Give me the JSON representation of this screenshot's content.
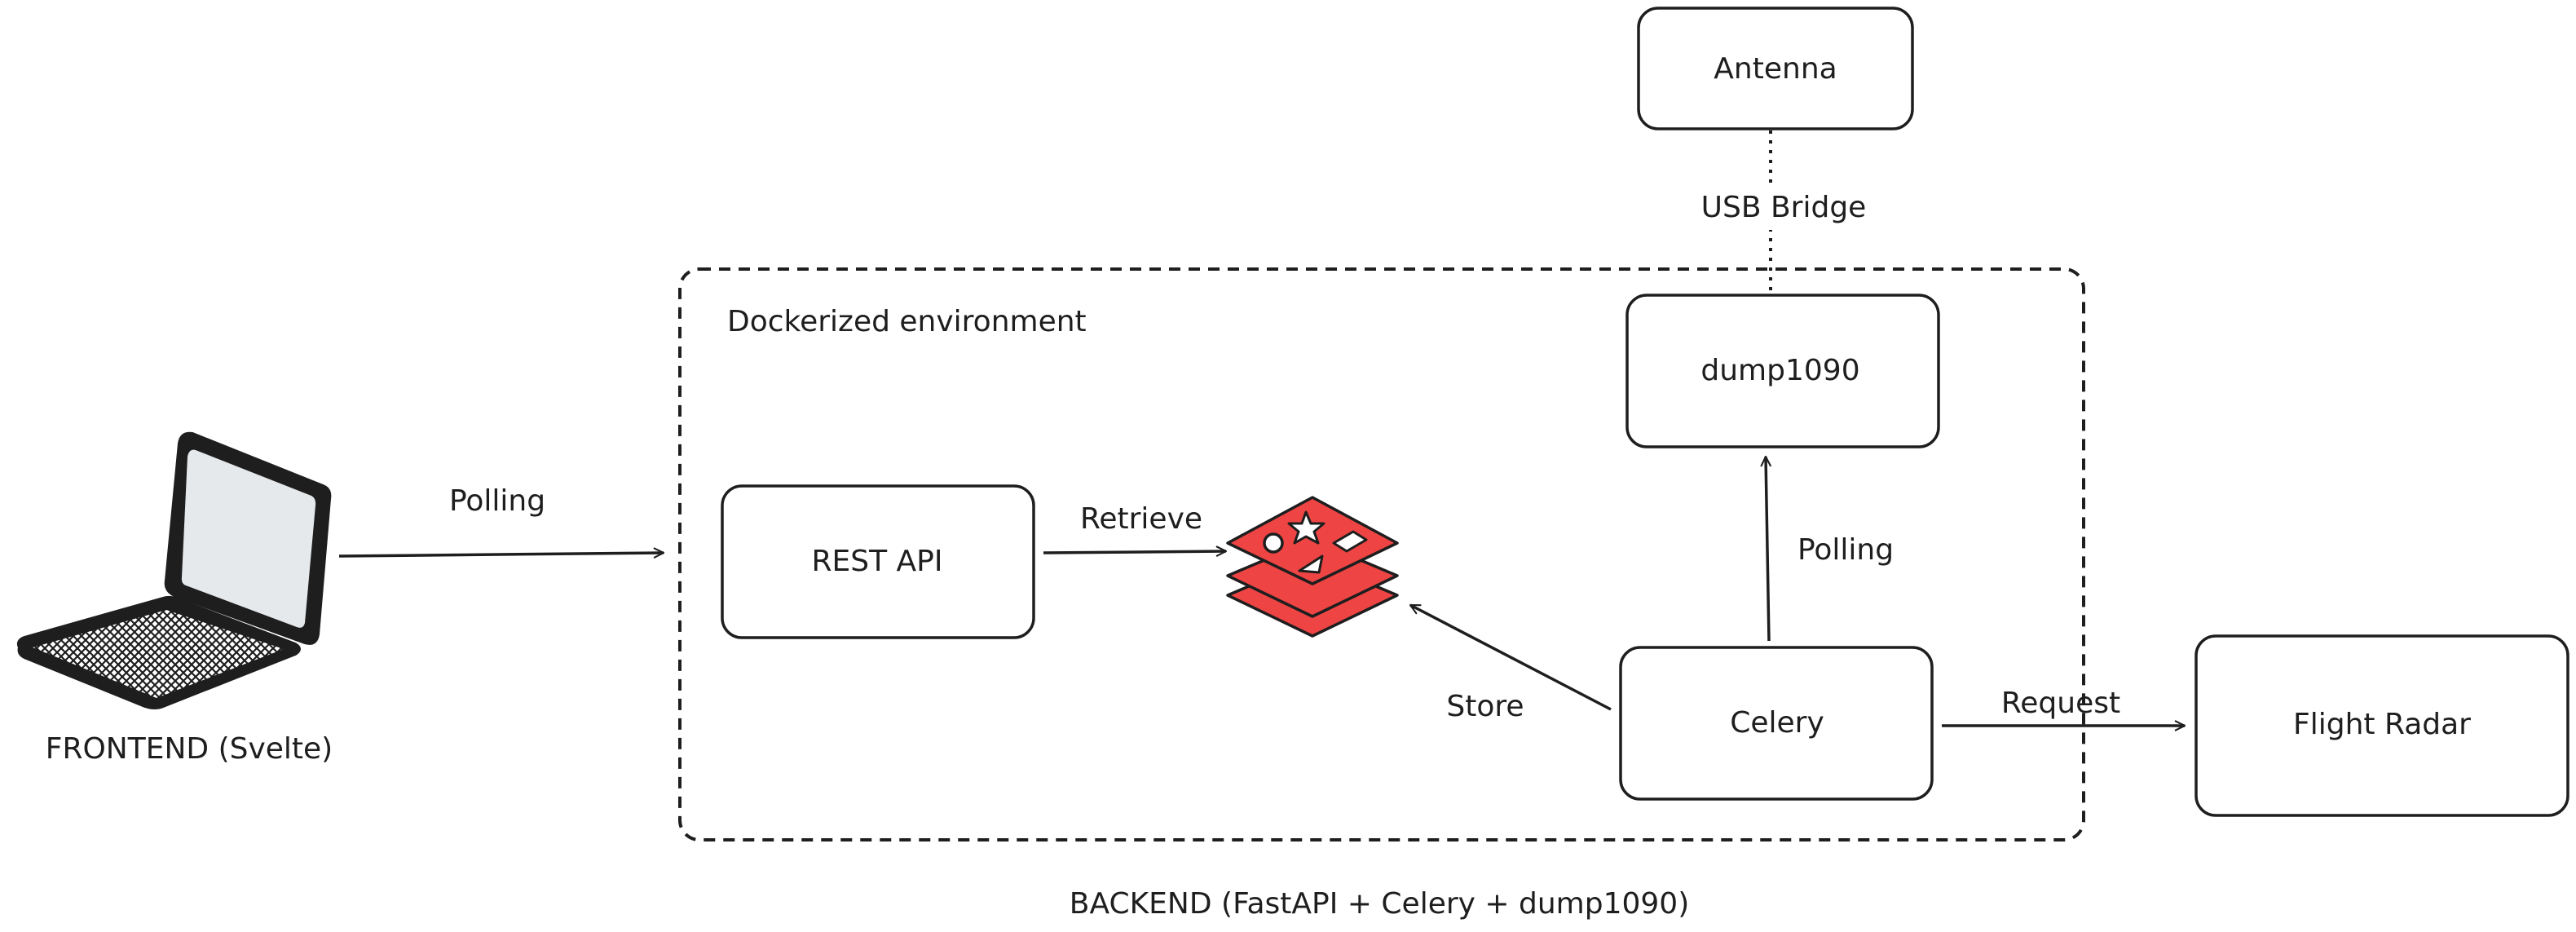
{
  "diagram": {
    "nodes": {
      "antenna": "Antenna",
      "dump1090": "dump1090",
      "rest_api": "REST API",
      "celery": "Celery",
      "flight_radar": "Flight Radar",
      "frontend": "FRONTEND (Svelte)",
      "redis_icon": "redis-icon"
    },
    "groups": {
      "docker": "Dockerized environment",
      "backend": "BACKEND (FastAPI + Celery + dump1090)"
    },
    "edges": {
      "frontend_to_api": "Polling",
      "api_to_redis": "Retrieve",
      "celery_to_redis": "Store",
      "celery_to_dump": "Polling",
      "celery_to_radar": "Request",
      "antenna_to_dump": "USB Bridge"
    },
    "colors": {
      "stroke": "#1e1e1e",
      "redis_red": "#ef4444",
      "laptop_screen": "#e6e9ec"
    }
  }
}
